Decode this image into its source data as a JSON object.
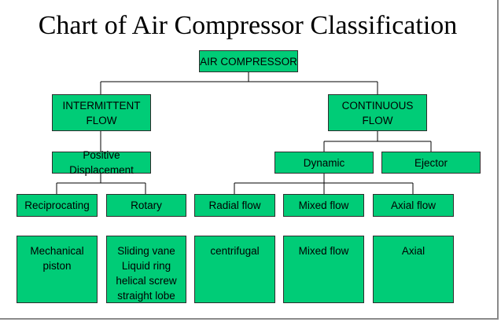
{
  "title": "Chart of Air Compressor Classification",
  "colors": {
    "node_fill": "#00cc77",
    "node_border": "#2d2d2d",
    "connector": "#000000"
  },
  "nodes": {
    "root": "AIR COMPRESSOR",
    "intermittent": "INTERMITTENT\nFLOW",
    "continuous": "CONTINUOUS\nFLOW",
    "positive_displacement": "Positive Displacement",
    "dynamic": "Dynamic",
    "ejector": "Ejector",
    "reciprocating": "Reciprocating",
    "rotary": "Rotary",
    "radial_flow": "Radial flow",
    "mixed_flow": "Mixed flow",
    "axial_flow": "Axial flow",
    "mechanical_piston": "Mechanical piston",
    "rotary_types": "Sliding vane\nLiquid ring\nhelical screw\nstraight lobe",
    "centrifugal": "centrifugal",
    "mixed_flow_type": "Mixed flow",
    "axial": "Axial"
  }
}
